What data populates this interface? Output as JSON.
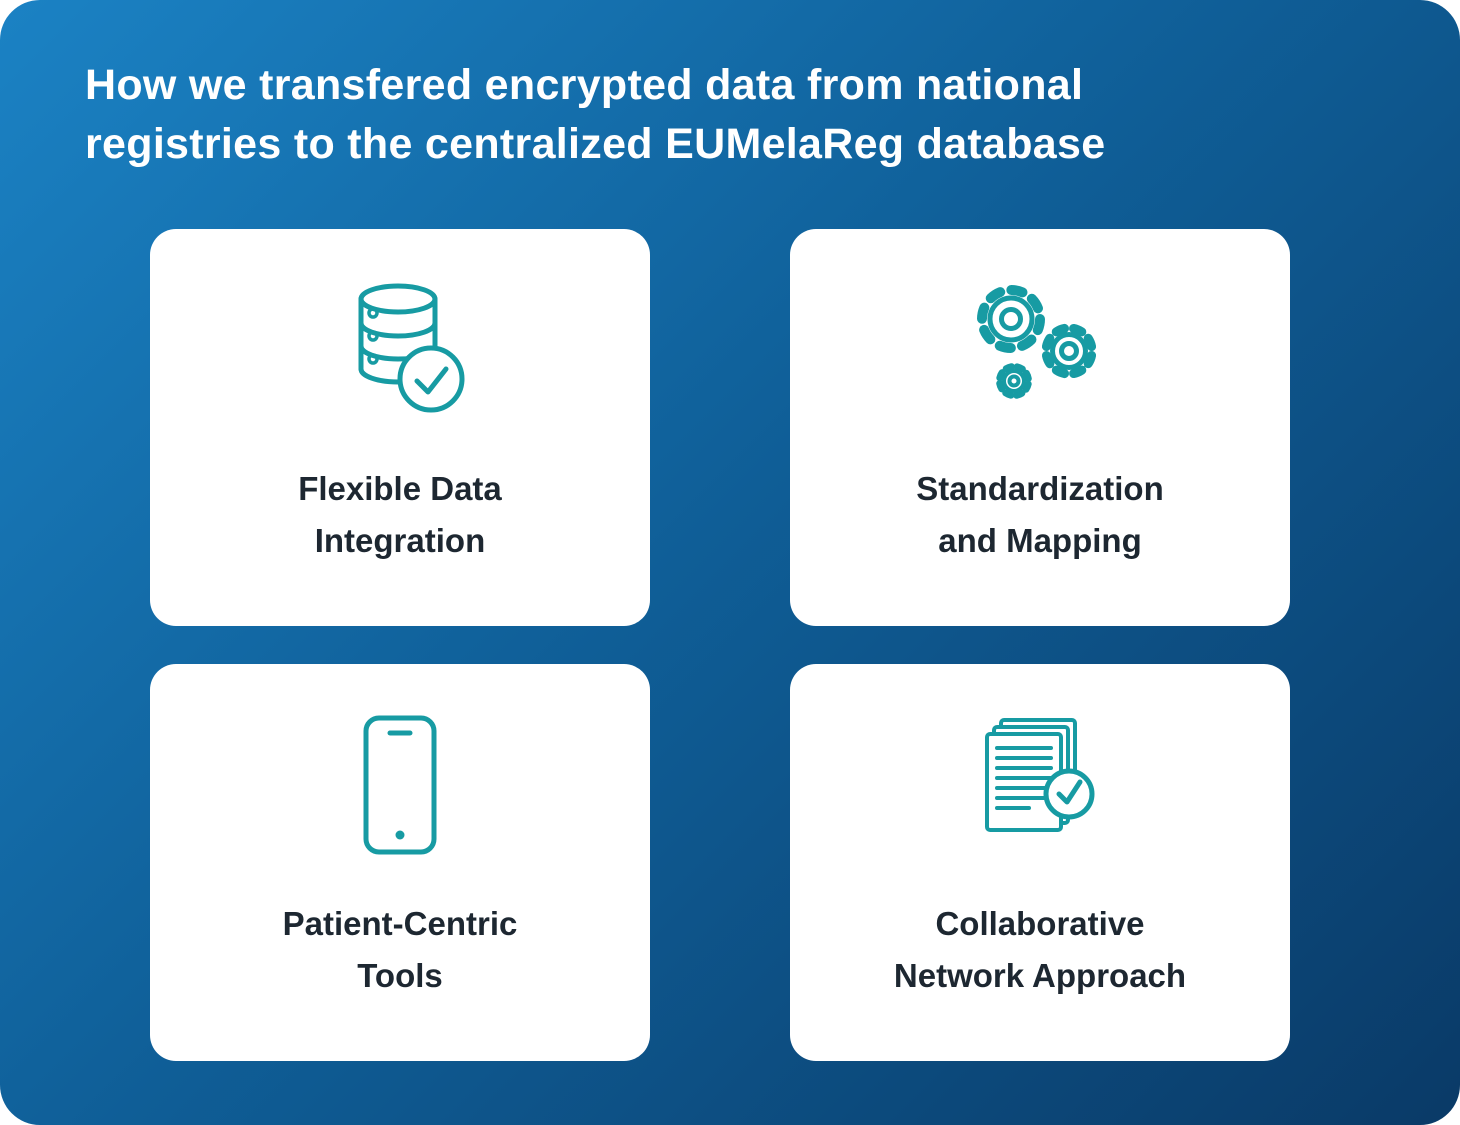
{
  "title": "How we transfered encrypted data from national\nregistries to the centralized EUMelaReg database",
  "cards": [
    {
      "label": "Flexible Data\nIntegration",
      "icon": "database-check-icon"
    },
    {
      "label": "Standardization\nand Mapping",
      "icon": "gears-icon"
    },
    {
      "label": "Patient-Centric\nTools",
      "icon": "smartphone-icon"
    },
    {
      "label": "Collaborative\nNetwork Approach",
      "icon": "documents-check-icon"
    }
  ],
  "colors": {
    "background_gradient_start": "#1b82c4",
    "background_gradient_end": "#0a3a67",
    "card_background": "#ffffff",
    "icon_color": "#179ba3",
    "card_text_color": "#1d2731",
    "title_text_color": "#ffffff"
  }
}
